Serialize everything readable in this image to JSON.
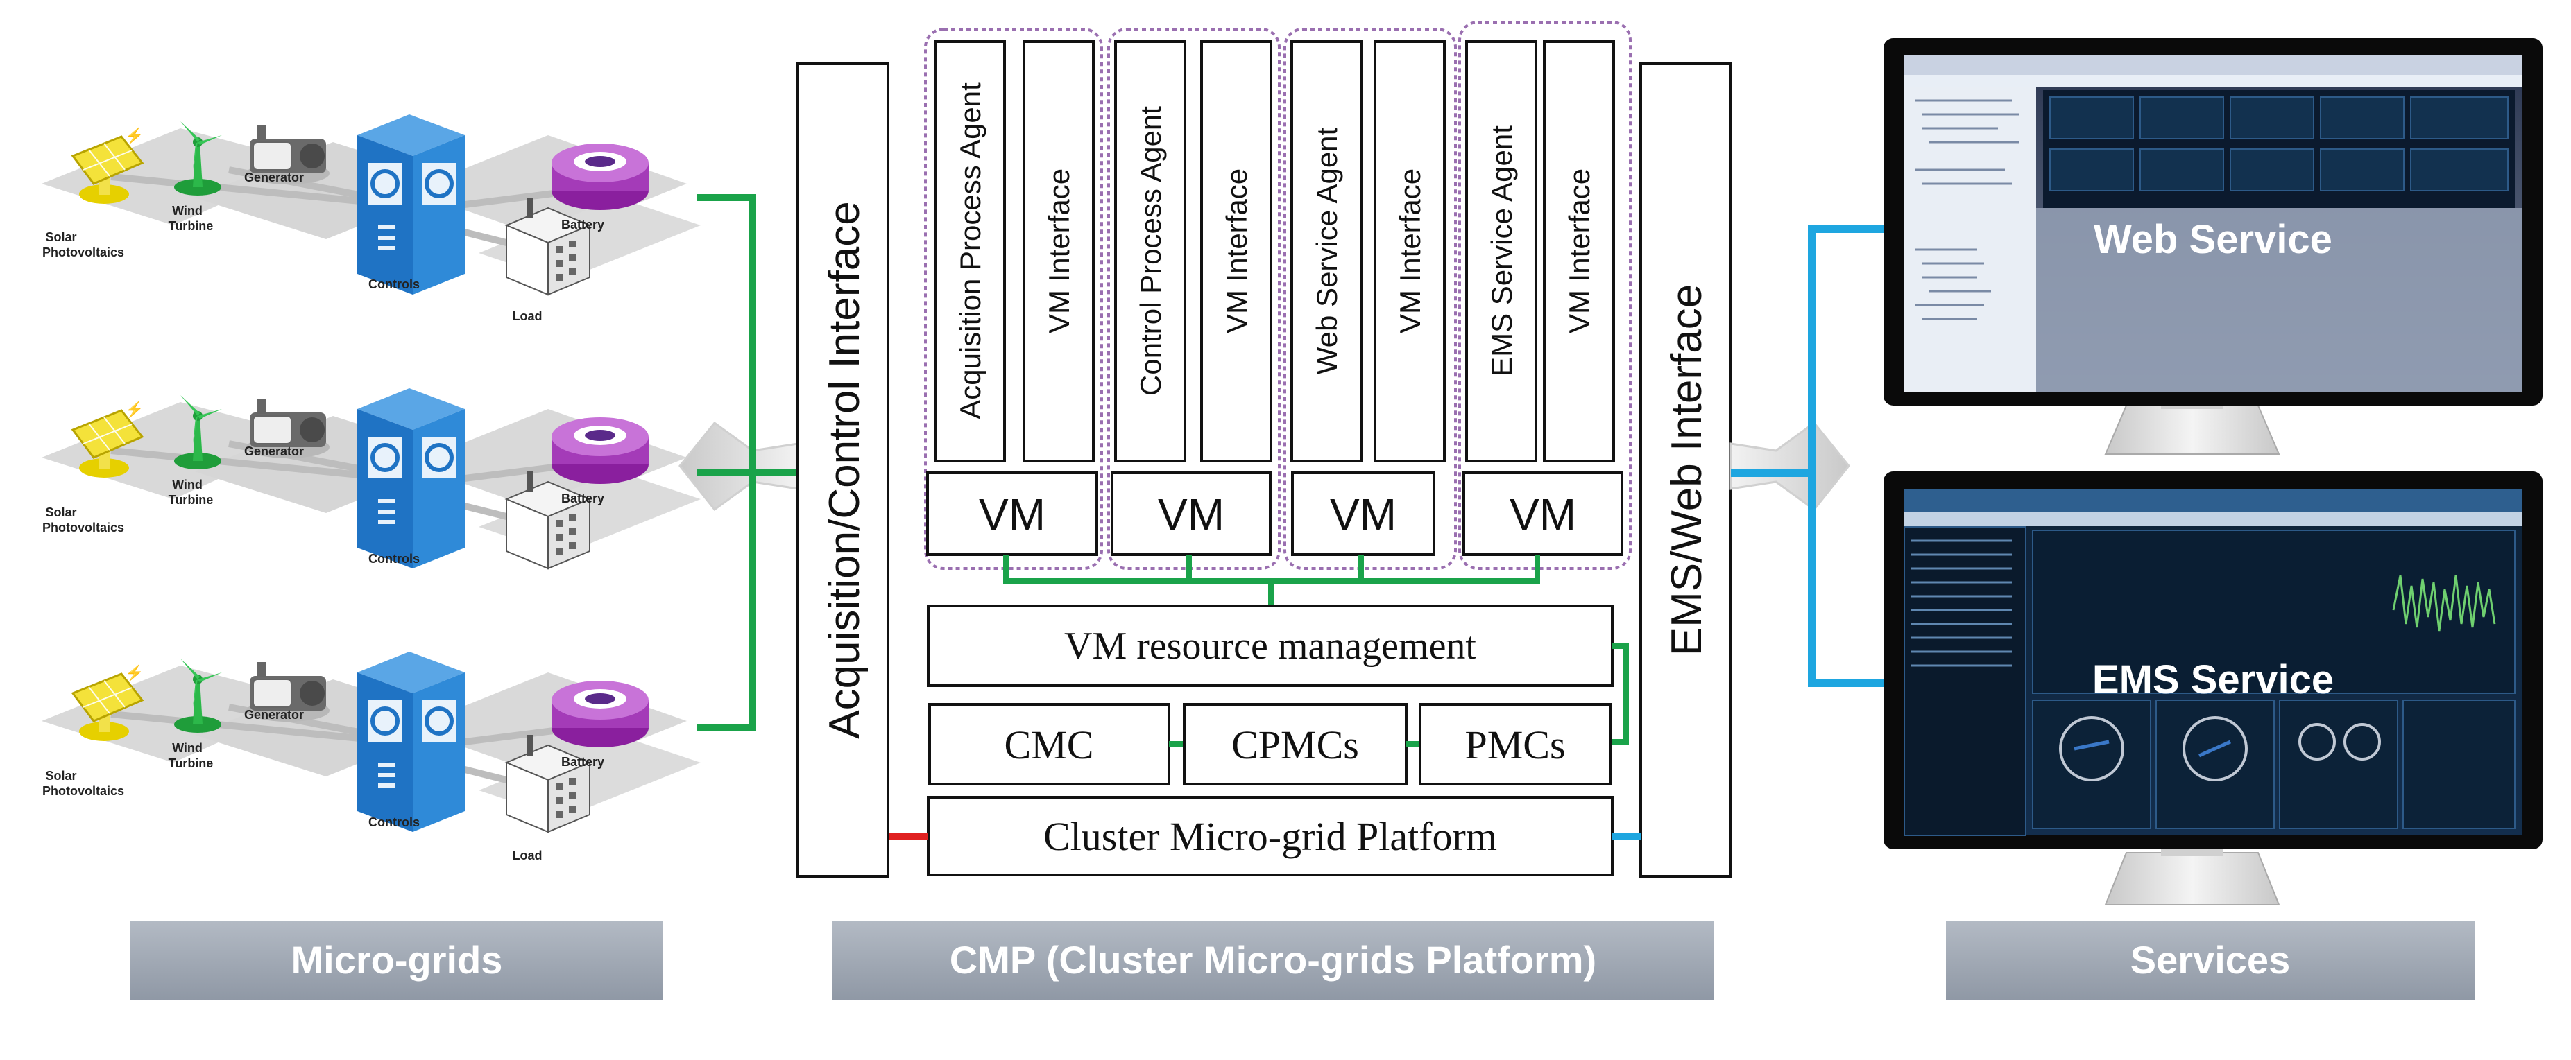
{
  "sections": {
    "micro_grids_label": "Micro-grids",
    "cmp_label": "CMP (Cluster Micro-grids Platform)",
    "services_label": "Services"
  },
  "micro_grid": {
    "labels": {
      "solar": [
        "Solar",
        "Photovoltaics"
      ],
      "wind": [
        "Wind",
        "Turbine"
      ],
      "generator": "Generator",
      "controls": "Controls",
      "battery": "Battery",
      "load": "Load"
    }
  },
  "cmp": {
    "acquisition_interface": "Acquisition/Control Interface",
    "ems_web_interface": "EMS/Web Interface",
    "vm_groups": [
      {
        "agent": "Acquisition Process Agent",
        "interface": "VM Interface",
        "vm": "VM"
      },
      {
        "agent": "Control Process Agent",
        "interface": "VM Interface",
        "vm": "VM"
      },
      {
        "agent": "Web Service Agent",
        "interface": "VM Interface",
        "vm": "VM"
      },
      {
        "agent": "EMS Service Agent",
        "interface": "VM Interface",
        "vm": "VM"
      }
    ],
    "resource_management": "VM resource management",
    "cmc": "CMC",
    "cpmcs": "CPMCs",
    "pmcs": "PMCs",
    "platform": "Cluster Micro-grid Platform"
  },
  "services": {
    "web_service": "Web Service",
    "ems_service": "EMS Service"
  },
  "colors": {
    "green_link": "#1aa34a",
    "blue_link": "#1ea6e0",
    "red_link": "#e02020",
    "label_bar": "#9ea7b3",
    "vm_group_border": "#9a6fb0"
  }
}
